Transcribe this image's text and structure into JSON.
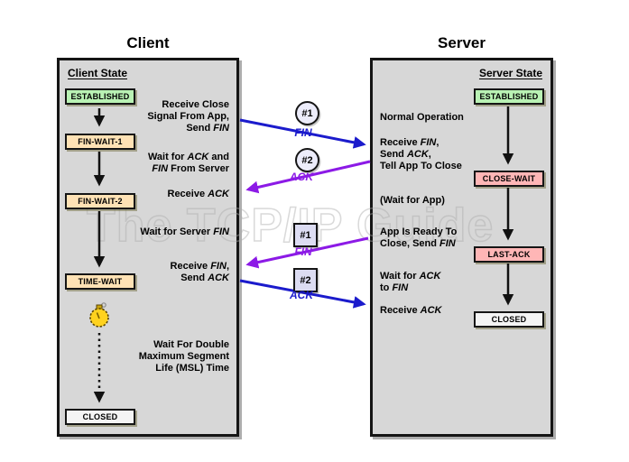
{
  "watermark": "The TCP/IP Guide",
  "client": {
    "title": "Client",
    "panel_heading": "Client State",
    "states": [
      {
        "label": "ESTABLISHED",
        "color": "green"
      },
      {
        "label": "FIN-WAIT-1",
        "color": "tan"
      },
      {
        "label": "FIN-WAIT-2",
        "color": "tan"
      },
      {
        "label": "TIME-WAIT",
        "color": "tan"
      },
      {
        "label": "CLOSED",
        "color": "white"
      }
    ],
    "annotations": [
      "Receive Close\nSignal From App,\nSend *FIN*",
      "Wait for *ACK* and\n*FIN* From Server",
      "Receive *ACK*",
      "Wait for Server *FIN*",
      "Receive *FIN*,\nSend *ACK*",
      "Wait For Double\nMaximum Segment\nLife (MSL) Time"
    ]
  },
  "server": {
    "title": "Server",
    "panel_heading": "Server State",
    "states": [
      {
        "label": "ESTABLISHED",
        "color": "green"
      },
      {
        "label": "CLOSE-WAIT",
        "color": "pink"
      },
      {
        "label": "LAST-ACK",
        "color": "pink"
      },
      {
        "label": "CLOSED",
        "color": "white"
      }
    ],
    "annotations": [
      "Normal Operation",
      "Receive *FIN*,\nSend *ACK*,\nTell App To Close",
      "(Wait for App)",
      "App Is Ready To\nClose, Send *FIN*",
      "Wait for *ACK*\nto *FIN*",
      "Receive *ACK*"
    ]
  },
  "messages": [
    {
      "badge": "#1",
      "shape": "circle",
      "label": "FIN",
      "direction": "client-to-server",
      "color": "blue"
    },
    {
      "badge": "#2",
      "shape": "circle",
      "label": "ACK",
      "direction": "server-to-client",
      "color": "purple"
    },
    {
      "badge": "#1",
      "shape": "square",
      "label": "FIN",
      "direction": "server-to-client",
      "color": "purple"
    },
    {
      "badge": "#2",
      "shape": "square",
      "label": "ACK",
      "direction": "client-to-server",
      "color": "blue"
    }
  ],
  "icons": {
    "timer": "stopwatch-icon"
  },
  "colors": {
    "panel_fill": "#d7d7d7",
    "state_green": "#b9f2b4",
    "state_tan": "#ffe2b5",
    "state_pink": "#ffb6b6",
    "state_white": "#f4f4f4",
    "badge_circle_fill": "#ececfa",
    "badge_square_fill": "#dcdcf2",
    "arrow_blue": "#1b1bcc",
    "arrow_purple": "#8c1ae6",
    "timer_yellow": "#ffd21e"
  }
}
